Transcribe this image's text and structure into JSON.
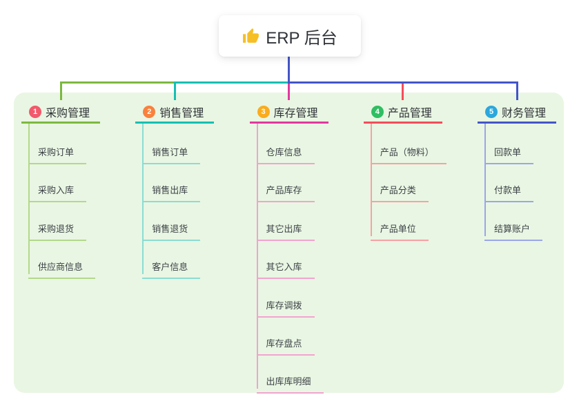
{
  "root": {
    "label": "ERP 后台",
    "icon": "thumbs-up-icon",
    "icon_color": "#f6bf26"
  },
  "connector_color": "#4355c8",
  "panel_color": "#e9f6e3",
  "branches": [
    {
      "badge": "1",
      "badge_color": "#f2596b",
      "label": "采购管理",
      "color": "#7cb83f",
      "light_color": "#b2d98a",
      "children": [
        "采购订单",
        "采购入库",
        "采购退货",
        "供应商信息"
      ]
    },
    {
      "badge": "2",
      "badge_color": "#f9813c",
      "label": "销售管理",
      "color": "#14bfb2",
      "light_color": "#8bdcd2",
      "children": [
        "销售订单",
        "销售出库",
        "销售退货",
        "客户信息"
      ]
    },
    {
      "badge": "3",
      "badge_color": "#faac1e",
      "label": "库存管理",
      "color": "#e0389f",
      "light_color": "#f2a3cf",
      "children": [
        "仓库信息",
        "产品库存",
        "其它出库",
        "其它入库",
        "库存调拨",
        "库存盘点",
        "出库库明细"
      ]
    },
    {
      "badge": "4",
      "badge_color": "#2fbe62",
      "label": "产品管理",
      "color": "#f44d5a",
      "light_color": "#f8a0a5",
      "children": [
        "产品（物料）",
        "产品分类",
        "产品单位"
      ]
    },
    {
      "badge": "5",
      "badge_color": "#2ba7dc",
      "label": "财务管理",
      "color": "#4355c8",
      "light_color": "#9aa6e8",
      "children": [
        "回款单",
        "付款单",
        "结算账户"
      ]
    }
  ]
}
